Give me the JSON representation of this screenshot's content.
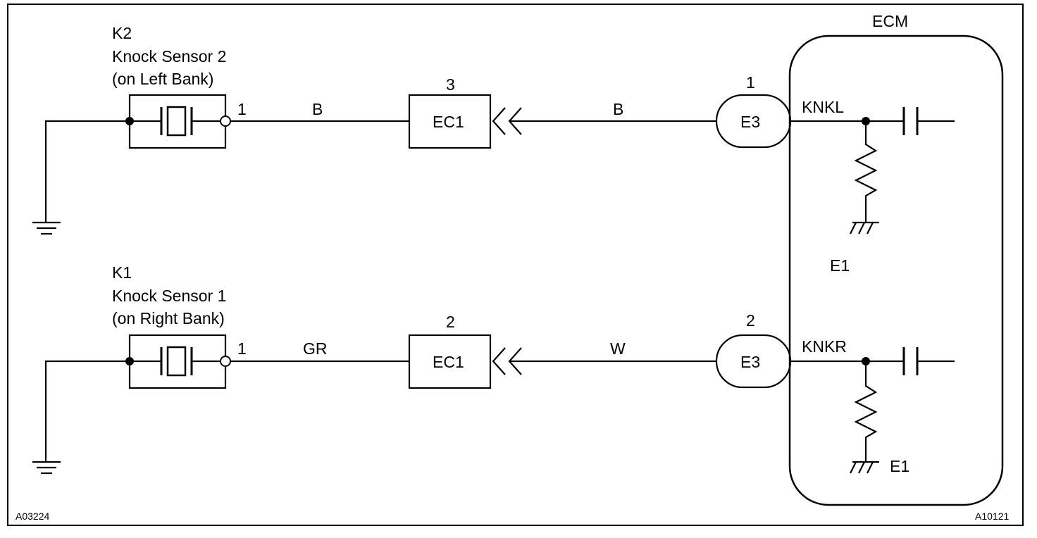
{
  "diagram": {
    "ecm": {
      "title": "ECM"
    },
    "sensor_left": {
      "code": "K2",
      "name": "Knock Sensor 2",
      "location": "(on Left Bank)",
      "pin": "1"
    },
    "sensor_right": {
      "code": "K1",
      "name": "Knock Sensor 1",
      "location": "(on Right Bank)",
      "pin": "1"
    },
    "top_row": {
      "wire_sensor_to_connector": "B",
      "connector_label": "EC1",
      "connector_pin": "3",
      "wire_connector_to_ecm": "B",
      "ecm_connector_label": "E3",
      "ecm_connector_pin": "1",
      "ecm_terminal": "KNKL"
    },
    "bottom_row": {
      "wire_sensor_to_connector": "GR",
      "connector_label": "EC1",
      "connector_pin": "2",
      "wire_connector_to_ecm": "W",
      "ecm_connector_label": "E3",
      "ecm_connector_pin": "2",
      "ecm_terminal": "KNKR"
    },
    "ground_labels": {
      "middle": "E1",
      "bottom": "E1"
    },
    "codes": {
      "left": "A03224",
      "right": "A10121"
    }
  }
}
